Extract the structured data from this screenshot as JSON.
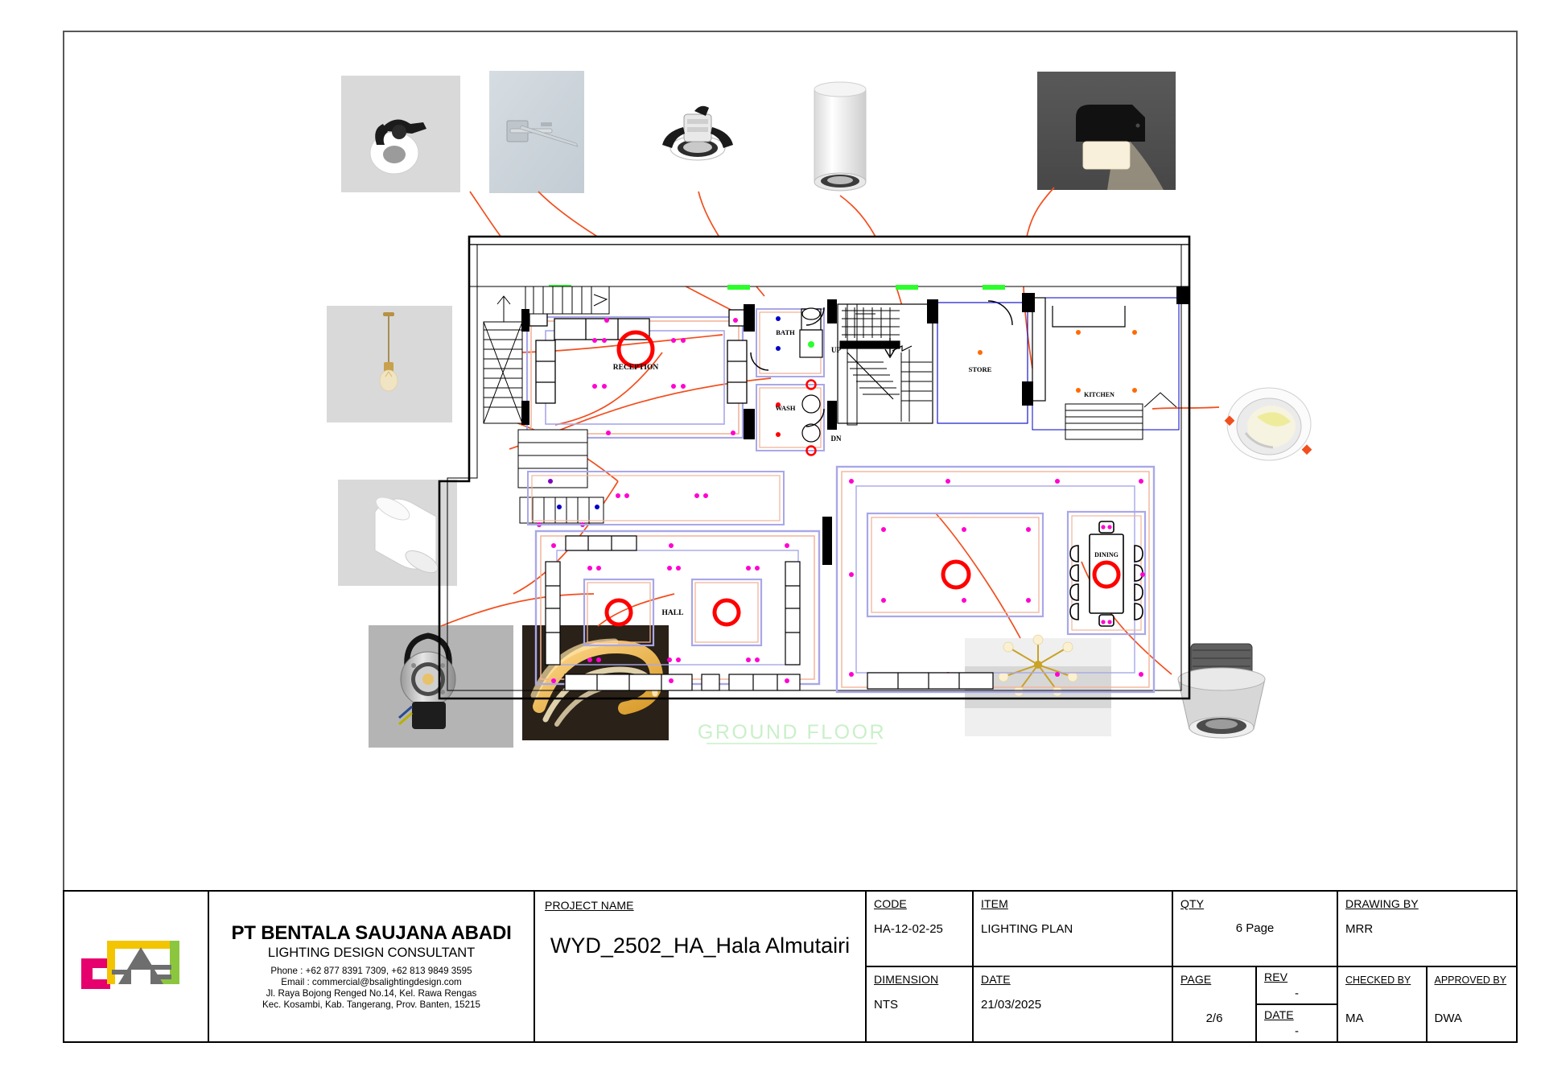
{
  "sheet": {
    "drawing_title": "GROUND FLOOR",
    "drawing_title_color": "#c9f0c9"
  },
  "floorplan": {
    "rooms": [
      {
        "name": "RECEPTION",
        "label": "RECEPTION"
      },
      {
        "name": "BATH",
        "label": "BATH"
      },
      {
        "name": "WASH",
        "label": "WASH"
      },
      {
        "name": "STORE",
        "label": "STORE"
      },
      {
        "name": "KITCHEN",
        "label": "KITCHEN"
      },
      {
        "name": "HALL",
        "label": "HALL"
      },
      {
        "name": "DINING",
        "label": "DINING"
      }
    ],
    "stair_labels": [
      {
        "label": "UP"
      },
      {
        "label": "DN"
      }
    ],
    "symbol_colors": {
      "wall": "#000000",
      "cove_light": "#a9a7e8",
      "cove_light_warm": "#f2b49a",
      "downlight_magenta": "#ff00d0",
      "downlight_orange": "#ff6a00",
      "downlight_blue": "#0000c8",
      "pendant_red": "#ff0000",
      "strip_green": "#2aff2a",
      "leader_line": "#f24e1e"
    }
  },
  "fixtures": [
    {
      "id": "fx-1",
      "name": "recessed-adjustable-downlight",
      "position": "top-row-1"
    },
    {
      "id": "fx-2",
      "name": "linear-wall-picture-light",
      "position": "top-row-2"
    },
    {
      "id": "fx-3",
      "name": "recessed-trimless-spotlight",
      "position": "top-row-3"
    },
    {
      "id": "fx-4",
      "name": "surface-mounted-cylinder-downlight",
      "position": "top-row-4"
    },
    {
      "id": "fx-5",
      "name": "outdoor-black-wall-light",
      "position": "top-row-5"
    },
    {
      "id": "fx-6",
      "name": "pendant-bulb-light",
      "position": "left-mid"
    },
    {
      "id": "fx-7",
      "name": "white-surface-cylinder-light",
      "position": "left-lower"
    },
    {
      "id": "fx-8",
      "name": "inground-uplight",
      "position": "bottom-row-1"
    },
    {
      "id": "fx-9",
      "name": "led-strip-light",
      "position": "bottom-row-2"
    },
    {
      "id": "fx-10",
      "name": "sputnik-chandelier",
      "position": "bottom-row-3"
    },
    {
      "id": "fx-11",
      "name": "deep-recessed-anti-glare-downlight",
      "position": "bottom-row-4"
    },
    {
      "id": "fx-12",
      "name": "round-recessed-led-downlight",
      "position": "right-mid"
    }
  ],
  "titleblock": {
    "company": {
      "name": "PT BENTALA SAUJANA ABADI",
      "subtitle": "LIGHTING DESIGN CONSULTANT",
      "phone": "Phone :  +62  877  8391  7309, +62  813  9849  3595",
      "email": "Email :  commercial@bsalightingdesign.com",
      "address_line1": "Jl. Raya Bojong Renged No.14, Kel. Rawa Rengas",
      "address_line2": "Kec. Kosambi, Kab. Tangerang, Prov. Banten, 15215"
    },
    "project": {
      "label": "PROJECT NAME",
      "value": "WYD_2502_HA_Hala Almutairi"
    },
    "code": {
      "label": "CODE",
      "value": "HA-12-02-25"
    },
    "item": {
      "label": "ITEM",
      "value": "LIGHTING PLAN"
    },
    "qty": {
      "label": "QTY",
      "value": "6 Page"
    },
    "drawing_by": {
      "label": "DRAWING BY",
      "value": "MRR"
    },
    "dimension": {
      "label": "DIMENSION",
      "value": "NTS"
    },
    "date": {
      "label": "DATE",
      "value": "21/03/2025"
    },
    "page": {
      "label": "PAGE",
      "value": "2/6"
    },
    "rev": {
      "label": "REV",
      "value": "-"
    },
    "rev_date": {
      "label": "DATE",
      "value": "-"
    },
    "checked_by": {
      "label": "CHECKED BY",
      "value": "MA"
    },
    "approved_by": {
      "label": "APPROVED BY",
      "value": "DWA"
    }
  },
  "logo": {
    "name": "bsa-logo",
    "colors": {
      "magenta": "#e6006e",
      "yellow": "#f2c500",
      "green": "#8cc63f",
      "grey": "#6e6e6e"
    }
  }
}
